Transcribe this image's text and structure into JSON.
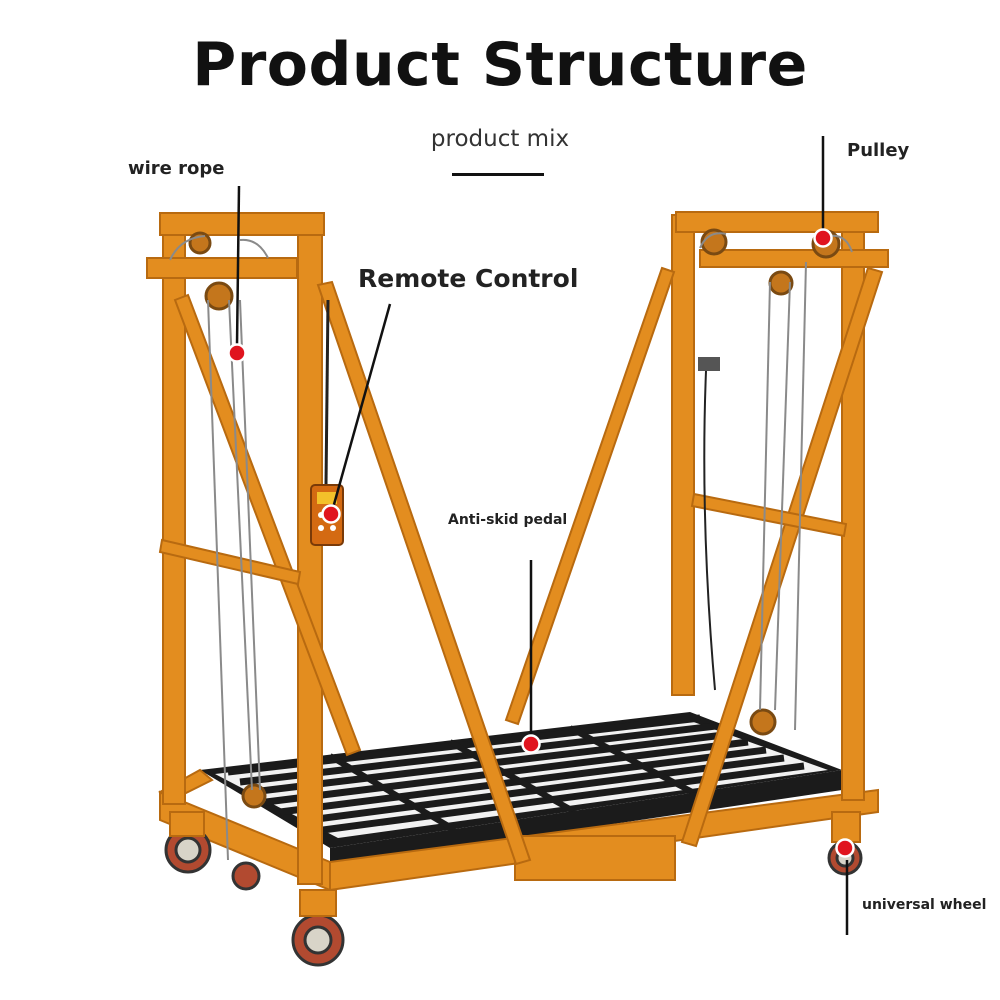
{
  "title": "Product Structure",
  "subtitle": "product mix",
  "callouts": {
    "wire_rope": "wire rope",
    "pulley": "Pulley",
    "remote_control": "Remote Control",
    "anti_skid_pedal": "Anti-skid pedal",
    "universal_wheel": "universal wheel"
  },
  "colors": {
    "frame": "#e38d1f",
    "frame_dark": "#b86a10",
    "deck": "#1b1b1b",
    "marker": "#e0141e",
    "text": "#222222"
  }
}
